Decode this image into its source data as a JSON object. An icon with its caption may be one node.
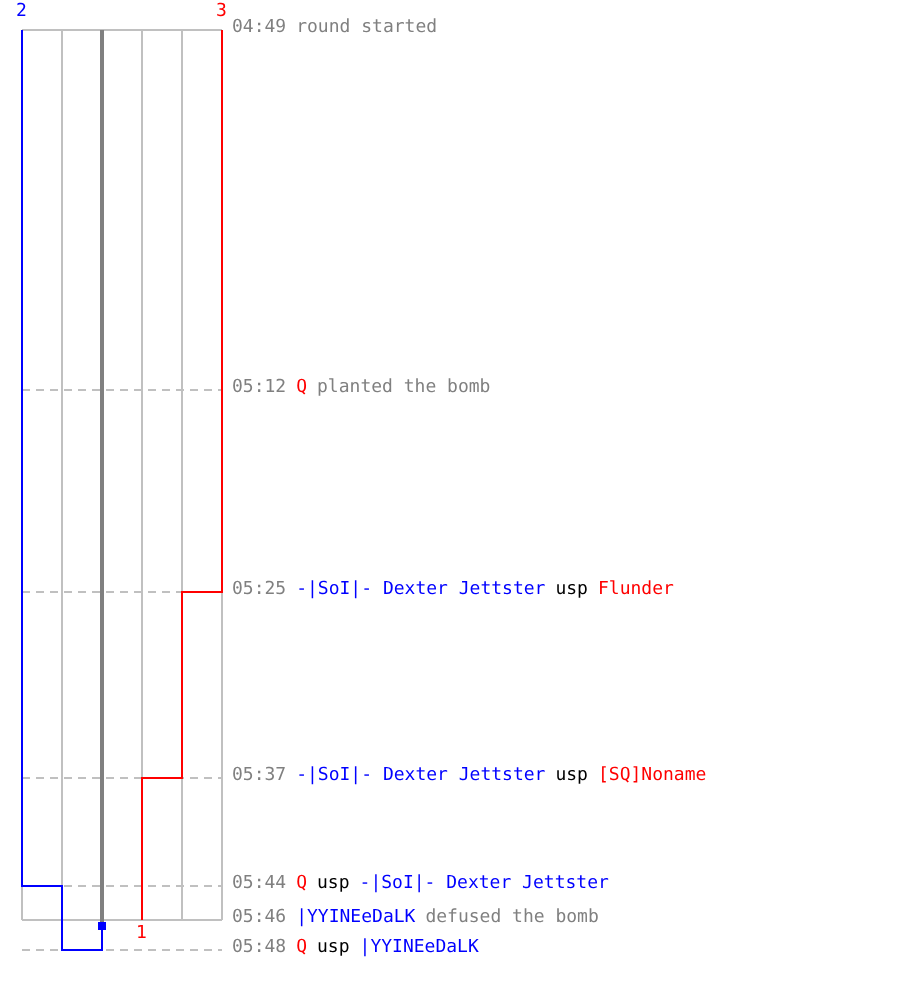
{
  "diagram": {
    "labels": [
      "2",
      "3",
      "04:49",
      "round started",
      "05:12",
      "Q",
      "planted the bomb",
      "05:25",
      "-|SoI|- Dexter Jettster",
      "usp",
      "Flunder",
      "05:37",
      "-|SoI|- Dexter Jettster",
      "usp",
      "[SQ]Noname",
      "05:44",
      "Q",
      "usp",
      "-|SoI|- Dexter Jettster",
      "05:46",
      "|YYINEeDaLK",
      "defused the bomb",
      "1",
      "05:48",
      "Q",
      "usp",
      "|YYINEeDaLK"
    ]
  }
}
